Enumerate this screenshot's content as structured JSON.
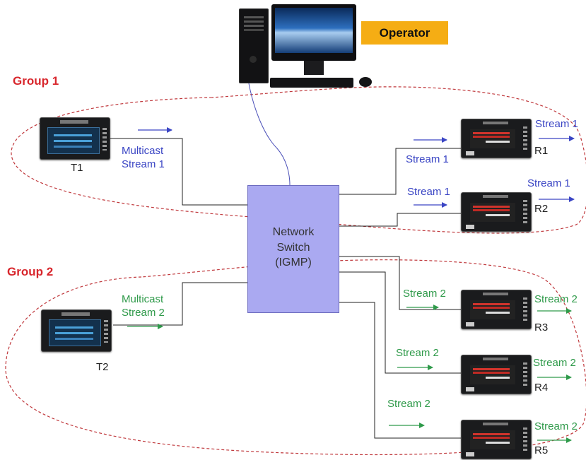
{
  "operator": {
    "label": "Operator"
  },
  "groups": [
    {
      "label": "Group 1",
      "color": "#d8262c"
    },
    {
      "label": "Group 2",
      "color": "#d8262c"
    }
  ],
  "switch": {
    "line1": "Network",
    "line2": "Switch",
    "line3": "(IGMP)"
  },
  "transmitters": [
    {
      "id": "T1",
      "label": "T1",
      "stream_line1": "Multicast",
      "stream_line2": "Stream 1"
    },
    {
      "id": "T2",
      "label": "T2",
      "stream_line1": "Multicast",
      "stream_line2": "Stream 2"
    }
  ],
  "receivers": [
    {
      "id": "R1",
      "label": "R1",
      "in_stream": "Stream 1",
      "out_stream": "Stream 1"
    },
    {
      "id": "R2",
      "label": "R2",
      "in_stream": "Stream 1",
      "out_stream": "Stream 1"
    },
    {
      "id": "R3",
      "label": "R3",
      "in_stream": "Stream 2",
      "out_stream": "Stream 2"
    },
    {
      "id": "R4",
      "label": "R4",
      "in_stream": "Stream 2",
      "out_stream": "Stream 2"
    },
    {
      "id": "R5",
      "label": "R5",
      "in_stream": "Stream 2",
      "out_stream": "Stream 2"
    }
  ],
  "colors": {
    "stream1": "#3a45c4",
    "stream2": "#2f9a4a",
    "group_boundary": "#c0393d",
    "switch_fill": "#aaa9f1",
    "operator_fill": "#f5ad14"
  }
}
